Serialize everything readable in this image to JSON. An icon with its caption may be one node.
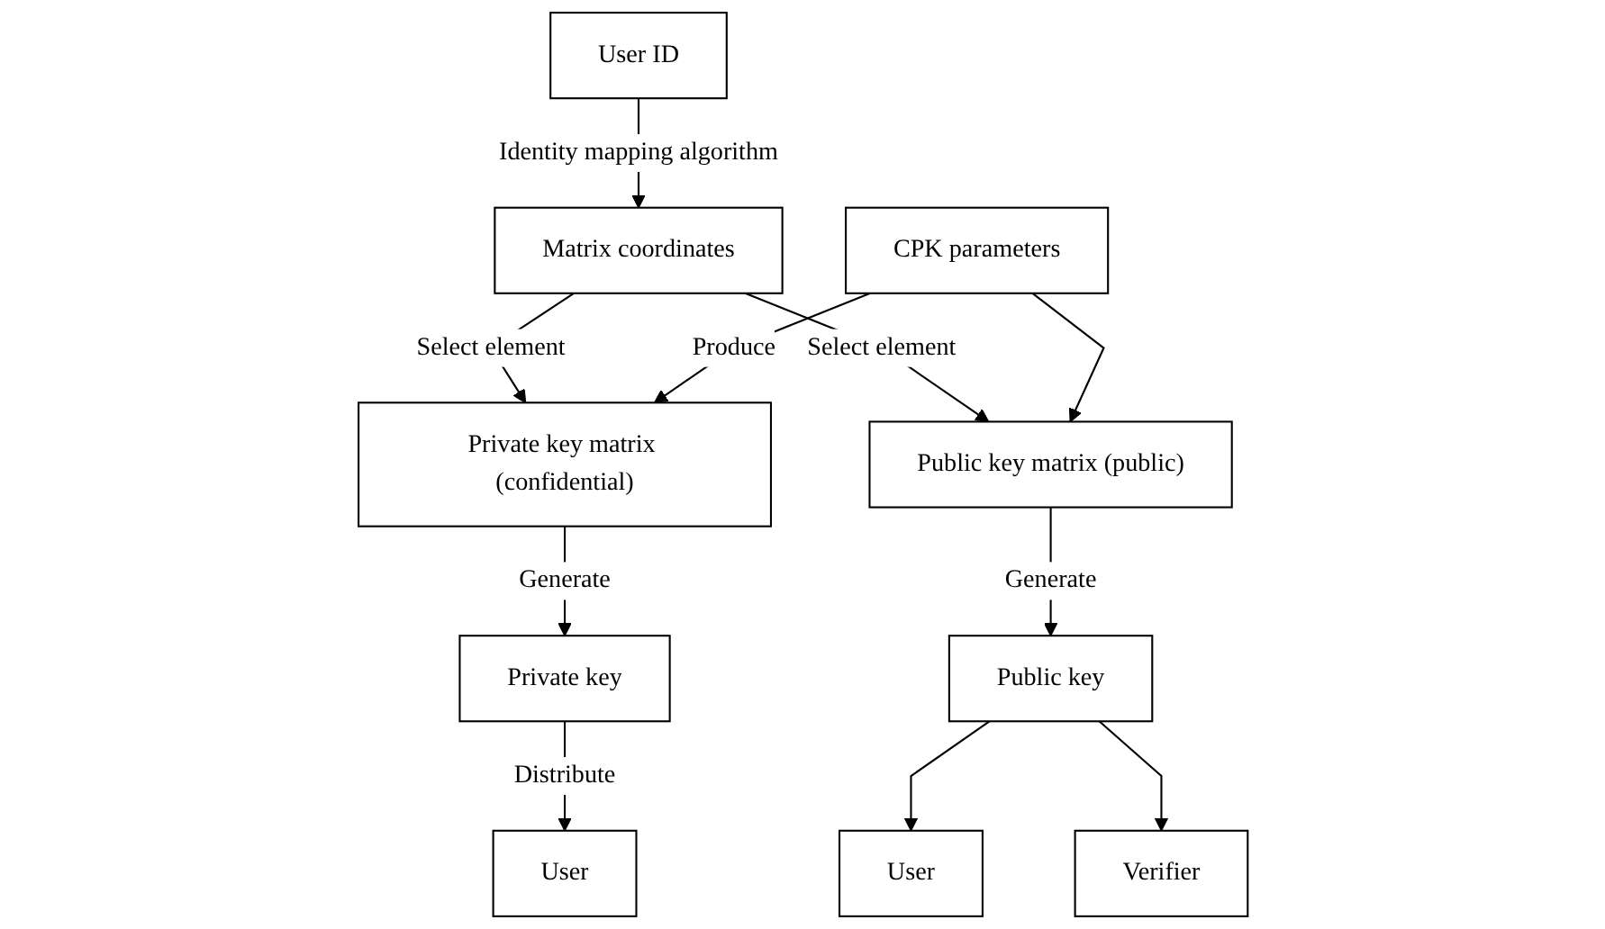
{
  "diagram": {
    "nodes": [
      {
        "text": [
          "User"
        ]
      },
      {
        "text": [
          "Private key"
        ]
      },
      {
        "text": [
          "User ID"
        ]
      },
      {
        "text": [
          "Matrix coordinates"
        ]
      },
      {
        "text": [
          "Private key matrix (confidential)"
        ]
      },
      {
        "text": [
          "Public key matrix (public)"
        ]
      },
      {
        "text": [
          "CPK parameters"
        ]
      },
      {
        "text": [
          "Public key"
        ]
      },
      {
        "text": [
          "User"
        ]
      },
      {
        "text": [
          "Verifier"
        ]
      }
    ],
    "edges": [
      {
        "from": 1,
        "to": 0,
        "arrow": "to",
        "label": "Distribute"
      },
      {
        "from": 2,
        "to": 3,
        "arrow": "to",
        "label": "Identity mapping algorithm"
      },
      {
        "from": 3,
        "to": 4,
        "arrow": "to",
        "label": "Select element"
      },
      {
        "from": 3,
        "to": 5,
        "arrow": "to",
        "label": "Select element"
      },
      {
        "from": 4,
        "to": 1,
        "arrow": "to",
        "label": "Generate"
      },
      {
        "from": 6,
        "to": 4,
        "arrow": "to",
        "label": "Produce"
      },
      {
        "from": 6,
        "to": 5,
        "arrow": "to"
      },
      {
        "from": 5,
        "to": 7,
        "arrow": "to",
        "label": "Generate"
      },
      {
        "from": 7,
        "to": 8,
        "arrow": "to"
      },
      {
        "from": 7,
        "to": 9,
        "arrow": "to"
      }
    ]
  }
}
